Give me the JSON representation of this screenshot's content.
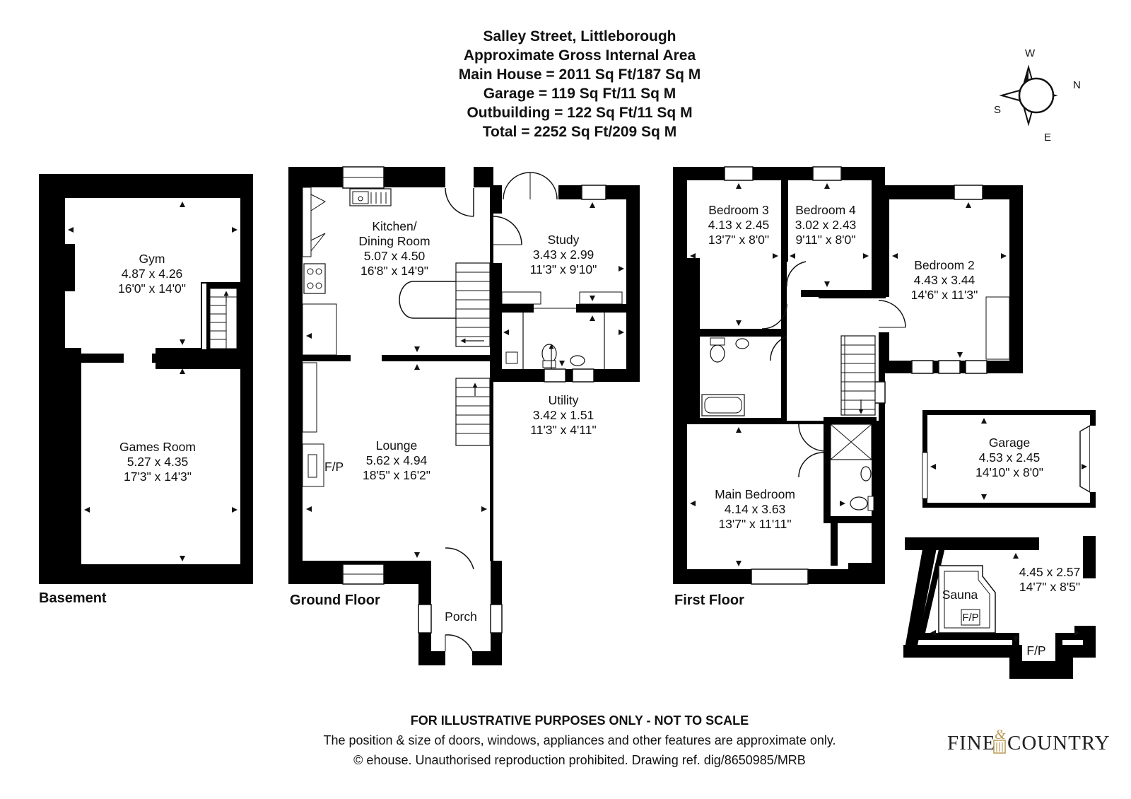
{
  "header": {
    "title": "Salley Street, Littleborough",
    "subtitle": "Approximate Gross Internal Area",
    "main_house": "Main House = 2011 Sq Ft/187 Sq M",
    "garage": "Garage = 119 Sq Ft/11 Sq M",
    "outbuilding": "Outbuilding = 122 Sq Ft/11 Sq M",
    "total": "Total = 2252 Sq Ft/209 Sq M"
  },
  "compass": {
    "w": "W",
    "n": "N",
    "s": "S",
    "e": "E"
  },
  "floors": {
    "basement": "Basement",
    "ground": "Ground Floor",
    "first": "First Floor"
  },
  "rooms": {
    "gym": {
      "name": "Gym",
      "metric": "4.87 x 4.26",
      "imperial": "16'0\" x 14'0\""
    },
    "games": {
      "name": "Games Room",
      "metric": "5.27 x 4.35",
      "imperial": "17'3\" x 14'3\""
    },
    "kitchen": {
      "name1": "Kitchen/",
      "name2": "Dining Room",
      "metric": "5.07 x 4.50",
      "imperial": "16'8\" x 14'9\""
    },
    "study": {
      "name": "Study",
      "metric": "3.43 x 2.99",
      "imperial": "11'3\" x 9'10\""
    },
    "utility": {
      "name": "Utility",
      "metric": "3.42 x 1.51",
      "imperial": "11'3\" x 4'11\""
    },
    "lounge": {
      "name": "Lounge",
      "metric": "5.62 x 4.94",
      "imperial": "18'5\" x 16'2\"",
      "fp": "F/P"
    },
    "porch": {
      "name": "Porch"
    },
    "bed3": {
      "name": "Bedroom 3",
      "metric": "4.13 x 2.45",
      "imperial": "13'7\" x 8'0\""
    },
    "bed4": {
      "name": "Bedroom 4",
      "metric": "3.02 x 2.43",
      "imperial": "9'11\" x 8'0\""
    },
    "bed2": {
      "name": "Bedroom 2",
      "metric": "4.43 x 3.44",
      "imperial": "14'6\" x 11'3\""
    },
    "main_bed": {
      "name": "Main Bedroom",
      "metric": "4.14 x 3.63",
      "imperial": "13'7\" x 11'11\""
    },
    "garage": {
      "name": "Garage",
      "metric": "4.53 x 2.45",
      "imperial": "14'10\" x 8'0\""
    },
    "outbuilding": {
      "metric": "4.45 x 2.57",
      "imperial": "14'7\" x 8'5\"",
      "sauna": "Sauna",
      "fp1": "F/P",
      "fp2": "F/P"
    }
  },
  "footer": {
    "disclaimer": "FOR ILLUSTRATIVE PURPOSES ONLY - NOT TO SCALE",
    "line1": "The position & size of doors, windows, appliances and other features are approximate only.",
    "line2": "© ehouse. Unauthorised reproduction prohibited. Drawing ref. dig/8650985/MRB"
  },
  "logo": {
    "left": "FINE",
    "amp": "&",
    "right": "COUNTRY"
  },
  "colors": {
    "wall": "#000000",
    "background": "#ffffff",
    "logo_accent": "#b89a55"
  }
}
